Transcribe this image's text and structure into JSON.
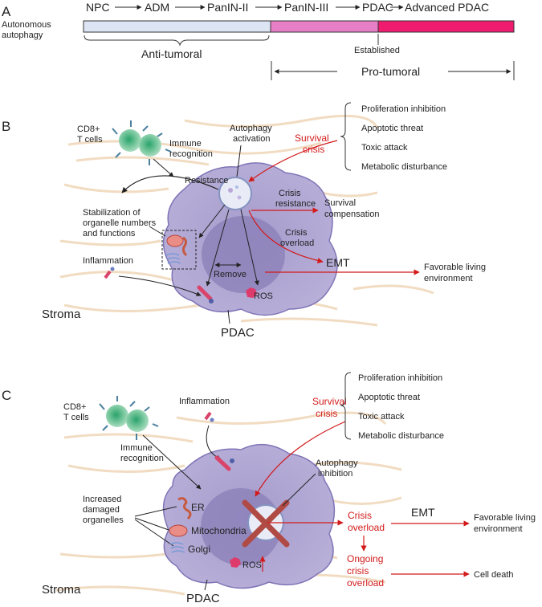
{
  "panelA": {
    "label": "A",
    "row_label_1": "Autonomous",
    "row_label_2": "autophagy",
    "stages": [
      "NPC",
      "ADM",
      "PanIN-II",
      "PanIN-III",
      "PDAC",
      "Advanced PDAC"
    ],
    "anti_label": "Anti-tumoral",
    "established_label": "Established",
    "pro_label": "Pro-tumoral",
    "colors": {
      "anti": "#dde4f4",
      "mid": "#e67fc5",
      "pro": "#ee1b6f"
    }
  },
  "panelB": {
    "label": "B",
    "cd8_1": "CD8+",
    "cd8_2": "T cells",
    "immune_1": "Immune",
    "immune_2": "recognition",
    "autophagy_1": "Autophagy",
    "autophagy_2": "activation",
    "resistance": "Resistance",
    "survival_1": "Survival",
    "survival_2": "crisis",
    "crisis_list": [
      "Proliferation inhibition",
      "Apoptotic threat",
      "Toxic attack",
      "Metabolic disturbance"
    ],
    "stab_1": "Stabilization of",
    "stab_2": "organelle numbers",
    "stab_3": "and functions",
    "crisis_res_1": "Crisis",
    "crisis_res_2": "resistance",
    "surv_comp_1": "Survival",
    "surv_comp_2": "compensation",
    "crisis_over_1": "Crisis",
    "crisis_over_2": "overload",
    "emt": "EMT",
    "fav_1": "Favorable living",
    "fav_2": "environment",
    "inflammation": "Inflammation",
    "remove": "Remove",
    "ros": "ROS",
    "stroma": "Stroma",
    "pdac": "PDAC"
  },
  "panelC": {
    "label": "C",
    "cd8_1": "CD8+",
    "cd8_2": "T cells",
    "inflammation": "Inflammation",
    "survival_1": "Survival",
    "survival_2": "crisis",
    "crisis_list": [
      "Proliferation inhibition",
      "Apoptotic threat",
      "Toxic attack",
      "Metabolic disturbance"
    ],
    "immune_1": "Immune",
    "immune_2": "recognition",
    "autophagy_1": "Autophagy",
    "autophagy_2": "inhibition",
    "damaged_1": "Increased",
    "damaged_2": "damaged",
    "damaged_3": "organelles",
    "er": "ER",
    "mito": "Mitochondria",
    "golgi": "Golgi",
    "crisis_over_1": "Crisis",
    "crisis_over_2": "overload",
    "emt": "EMT",
    "fav_1": "Favorable living",
    "fav_2": "environment",
    "ongoing_1": "Ongoing",
    "ongoing_2": "crisis",
    "ongoing_3": "overload",
    "cell_death": "Cell death",
    "ros": "ROS",
    "stroma": "Stroma",
    "pdac": "PDAC"
  }
}
